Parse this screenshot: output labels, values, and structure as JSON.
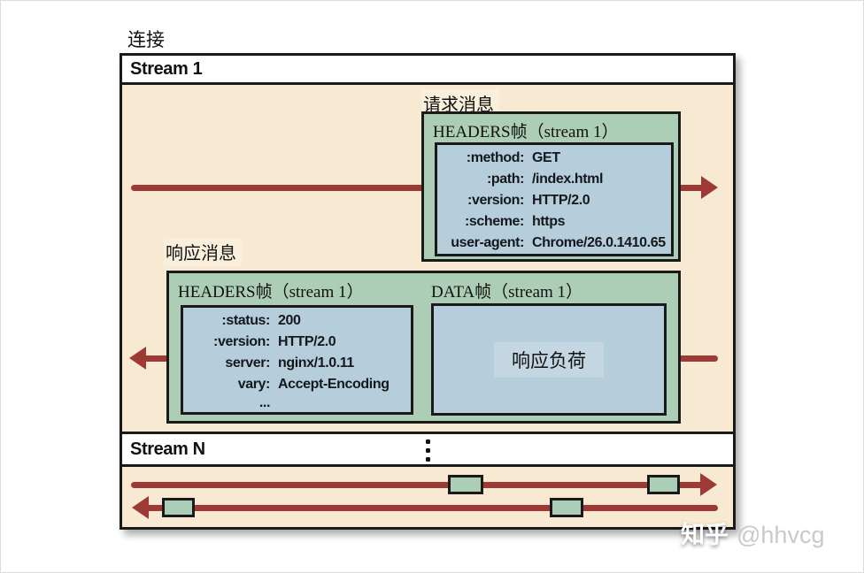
{
  "labels": {
    "connection": "连接",
    "stream1": "Stream 1",
    "streamN": "Stream N",
    "request_message": "请求消息",
    "response_message": "响应消息"
  },
  "request_frame": {
    "title": "HEADERS帧（stream 1）",
    "fields": [
      {
        "key": ":method:",
        "value": "GET"
      },
      {
        "key": ":path:",
        "value": "/index.html"
      },
      {
        "key": ":version:",
        "value": "HTTP/2.0"
      },
      {
        "key": ":scheme:",
        "value": "https"
      },
      {
        "key": "user-agent:",
        "value": "Chrome/26.0.1410.65"
      }
    ]
  },
  "response_headers_frame": {
    "title": "HEADERS帧（stream 1）",
    "fields": [
      {
        "key": ":status:",
        "value": "200"
      },
      {
        "key": ":version:",
        "value": "HTTP/2.0"
      },
      {
        "key": "server:",
        "value": "nginx/1.0.11"
      },
      {
        "key": "vary:",
        "value": "Accept-Encoding"
      }
    ],
    "ellipsis": "..."
  },
  "response_data_frame": {
    "title": "DATA帧（stream 1）",
    "payload": "响应负荷"
  },
  "watermark": {
    "brand": "知乎",
    "handle": "@hhvcg"
  },
  "icons": {
    "continuation_dots": "vertical-ellipsis",
    "request_arrow": "arrow-right",
    "response_arrow": "arrow-left"
  },
  "colors": {
    "background_tan": "#f8e9d2",
    "frame_green": "#adceb6",
    "box_blue": "#b6cddc",
    "arrow_red": "#9e3a36",
    "border_black": "#1a1a1a"
  }
}
